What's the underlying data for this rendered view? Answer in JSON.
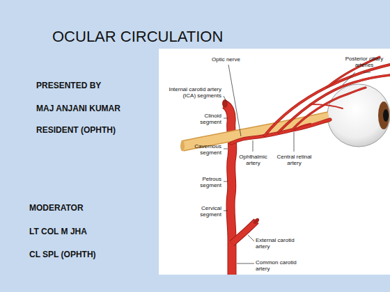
{
  "diagram": {
    "title": "OCULAR CIRCULATION",
    "labels": [
      "PRESENTED BY",
      "MAJ ANJANI KUMAR",
      "RESIDENT (OPHTH)",
      "MODERATOR",
      "LT COL M JHA",
      "CL SPL (OPHTH)",
      "Optic nerve",
      "Posterior ciliary arteries",
      "Internal carotid artery (ICA) segments",
      "Clinoid segment",
      "Cavernous segment",
      "Petrous segment",
      "Cervical segment",
      "Ophthalmic artery",
      "Central retinal artery",
      "External carotid artery",
      "Common carotid artery"
    ]
  }
}
